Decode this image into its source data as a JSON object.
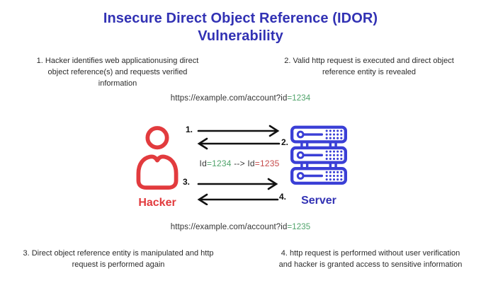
{
  "title": "Insecure Direct Object Reference (IDOR) Vulnerability",
  "steps": {
    "step1": "1. Hacker identifies web applicationusing direct object reference(s) and requests verified information",
    "step2": "2. Valid http request is executed and direct object reference entity is revealed",
    "step3": "3. Direct object reference entity is manipulated and http request is performed again",
    "step4": "4. http request is performed without user verification and hacker is granted access to sensitive information"
  },
  "urls": {
    "request_prefix": "https://example.com/account?id",
    "request_value": "=1234",
    "manipulated_prefix": "https://example.com/account?id",
    "manipulated_value": "=1235"
  },
  "id_change": {
    "original_label": "Id",
    "original_value": "=1234",
    "arrow_text": " --> ",
    "manipulated_label": "Id",
    "manipulated_value": "=1235"
  },
  "actors": {
    "hacker_label": "Hacker",
    "server_label": "Server"
  },
  "arrow_labels": {
    "a1": "1.",
    "a2": "2.",
    "a3": "3.",
    "a4": "4."
  },
  "icons": {
    "hacker": "person-icon",
    "server": "server-rack-icon"
  },
  "colors": {
    "title_blue": "#3232b4",
    "server_icon_blue": "#3a3fd6",
    "hacker_red": "#e23b3e",
    "id_green": "#4fa36a",
    "id_red": "#c64a4a",
    "body_text": "#2b2b2b",
    "arrow_black": "#111111"
  }
}
